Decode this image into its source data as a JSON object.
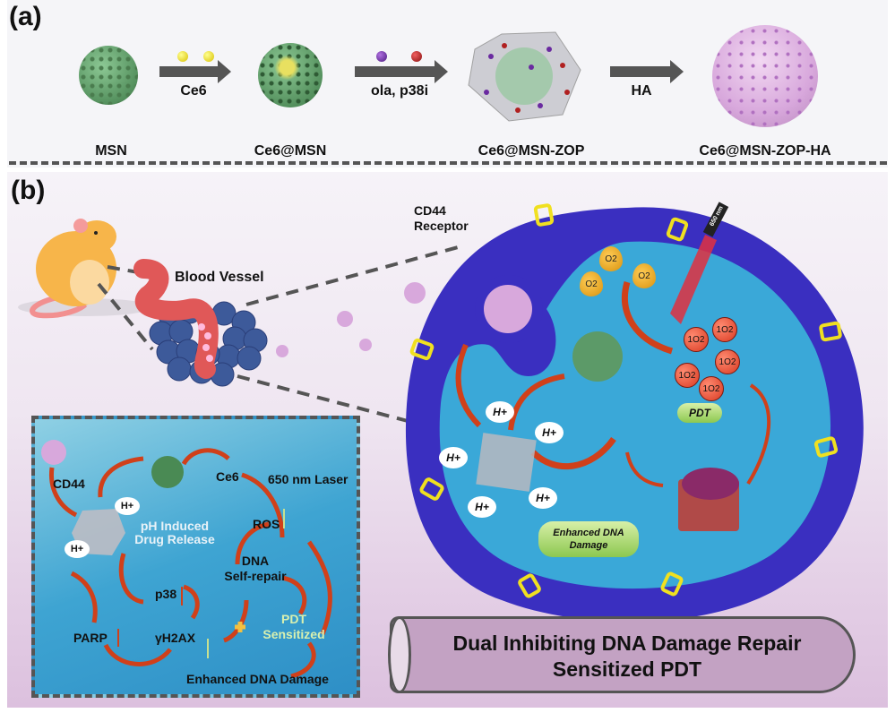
{
  "panel_a": {
    "label": "(a)",
    "stages": [
      {
        "name": "MSN"
      },
      {
        "name": "Ce6@MSN"
      },
      {
        "name": "Ce6@MSN-ZOP"
      },
      {
        "name": "Ce6@MSN-ZOP-HA"
      }
    ],
    "arrows": [
      {
        "label": "Ce6"
      },
      {
        "label": "ola, p38i"
      },
      {
        "label": "HA"
      }
    ],
    "colors": {
      "msn_green": "#5c9a68",
      "ce6_yellow": "#f0e020",
      "ola_purple": "#6a2aa0",
      "p38i_red": "#b02020",
      "ha_pink": "#dca8dc",
      "arrow": "#555555"
    }
  },
  "panel_b": {
    "label": "(b)",
    "blood_vessel": "Blood Vessel",
    "cd44_receptor": [
      "CD44",
      "Receptor"
    ],
    "laser_tag": "650 nm",
    "o2": "O2",
    "singlet_o2": "1O2",
    "h_plus": "H+",
    "pdt_pill": "PDT",
    "enhanced_pill": [
      "Enhanced DNA",
      "Damage"
    ],
    "colors": {
      "membrane": "#3a2fc0",
      "cytoplasm": "#3aa8d8",
      "o2": "#e0a020",
      "singlet": "#e04a30",
      "pill": "#a8d870",
      "laser": "#e03040"
    }
  },
  "inset": {
    "cd44": "CD44",
    "ce6": "Ce6",
    "laser": "650 nm Laser",
    "ph_release": [
      "pH Induced",
      "Drug Release"
    ],
    "ros": "ROS",
    "dna_repair": [
      "DNA",
      "Self-repair"
    ],
    "p38": "p38",
    "parp": "PARP",
    "h2ax": "γH2AX",
    "pdt_sensitized": [
      "PDT",
      "Sensitized"
    ],
    "enhanced": "Enhanced DNA Damage",
    "h_plus": "H+"
  },
  "summary": [
    "Dual Inhibiting DNA Damage Repair",
    "Sensitized PDT"
  ]
}
